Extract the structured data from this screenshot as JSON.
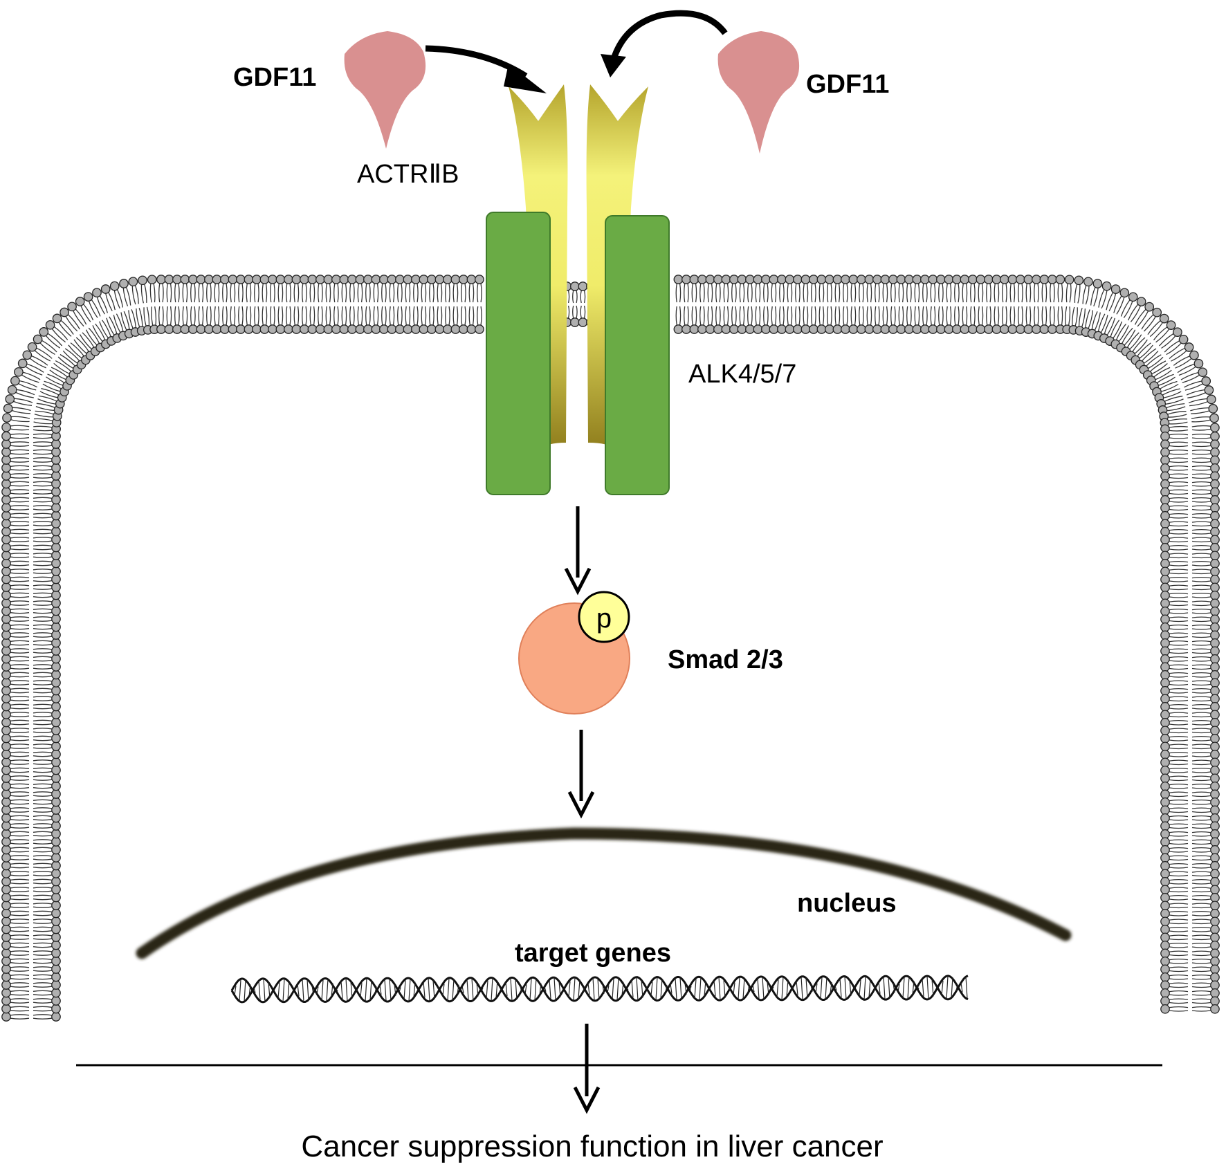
{
  "labels": {
    "ligand_left": "GDF11",
    "ligand_right": "GDF11",
    "type2_receptor": "ACTRⅡB",
    "type1_receptor": "ALK4/5/7",
    "phospho": "p",
    "smad": "Smad 2/3",
    "nucleus": "nucleus",
    "genes": "target genes",
    "outcome": "Cancer suppression function in liver cancer"
  },
  "colors": {
    "ligand": "#d99090",
    "receptor_type1": "#6aab45",
    "receptor_type1_border": "#3f7a2a",
    "receptor_type2_light": "#f2f077",
    "receptor_type2_dark": "#9c8a1e",
    "smad": "#f9a883",
    "smad_border": "#e0805a",
    "phospho": "#ffff99",
    "membrane_head": "#b0b0b0",
    "nucleus_envelope": "#2b2719",
    "arrow": "#000000"
  },
  "icons": {
    "ligand": "ligand-cone-icon",
    "dna": "dna-helix-icon",
    "membrane": "lipid-bilayer-icon"
  }
}
